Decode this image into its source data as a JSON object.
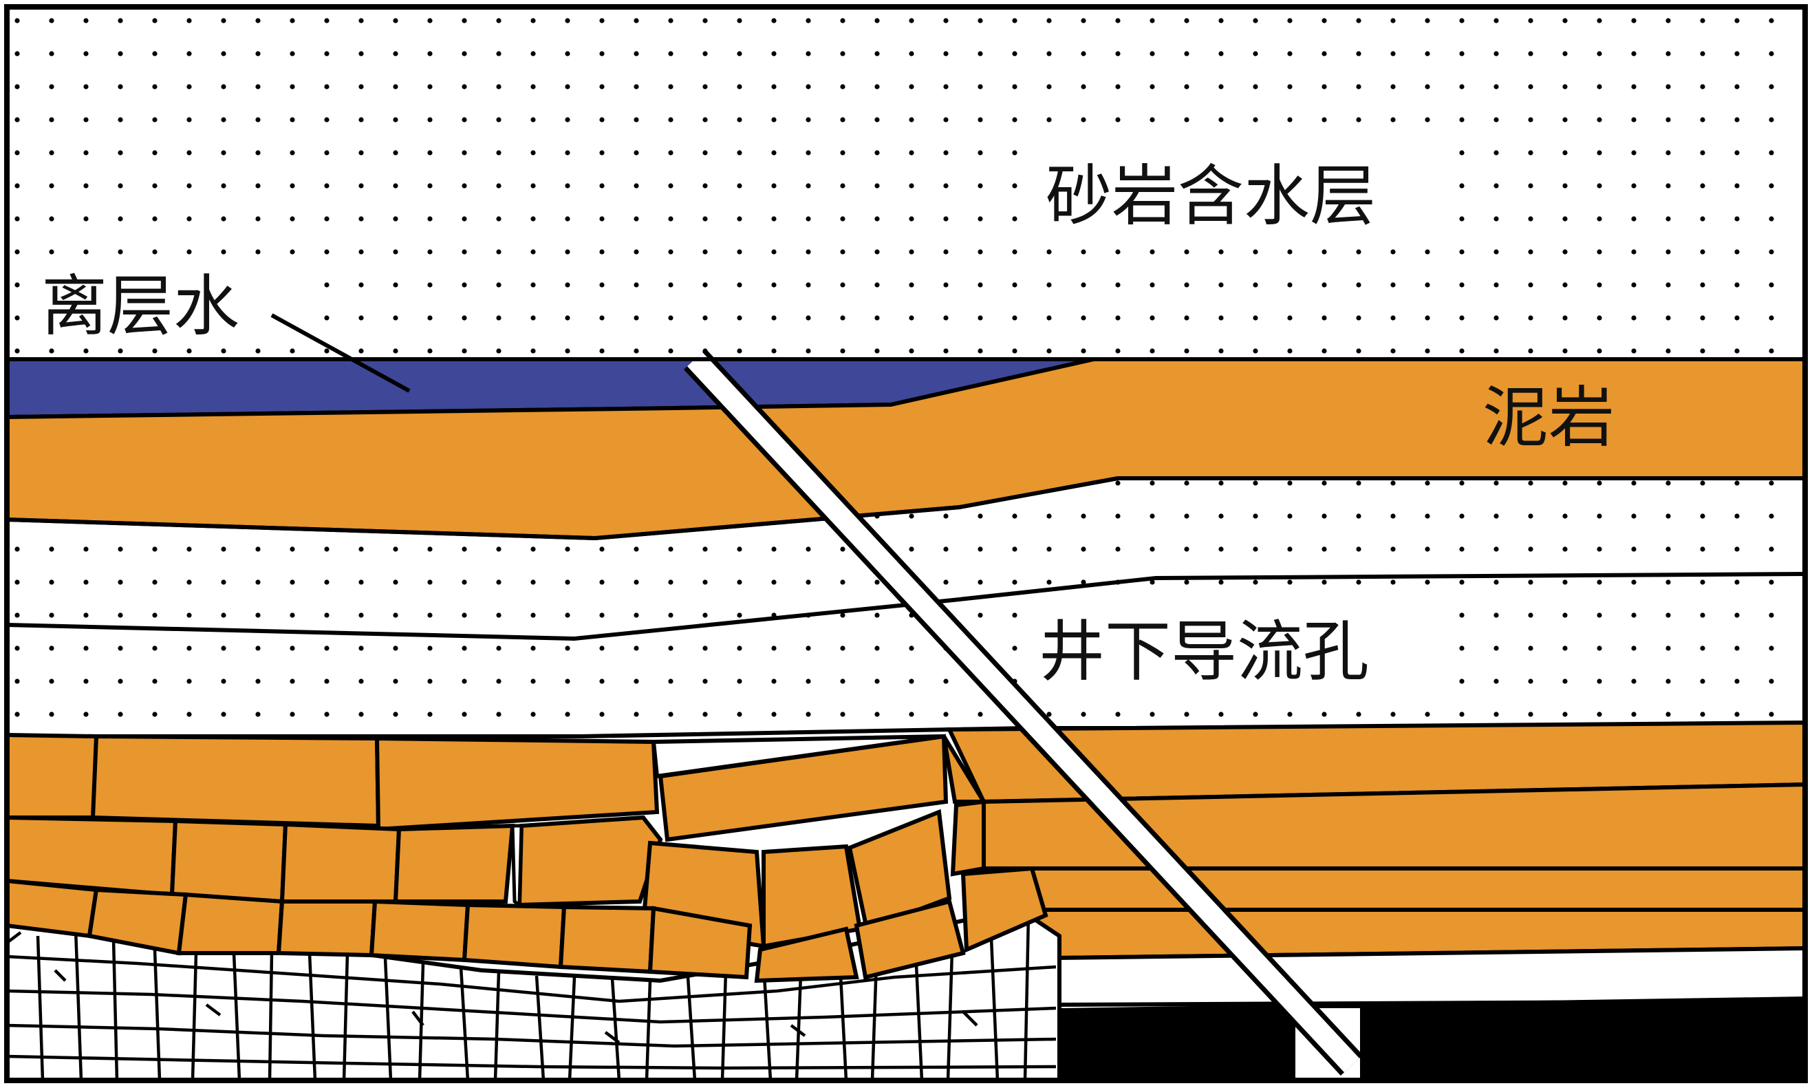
{
  "labels": {
    "sandstone_aquifer": "砂岩含水层",
    "separation_water": "离层水",
    "mudstone": "泥岩",
    "drainage_hole": "井下导流孔"
  },
  "colors": {
    "mudstone": "#E8962E",
    "separation_water": "#3F4798",
    "coal_seam": "#000000",
    "outline": "#000000",
    "background": "#FFFFFF",
    "dots": "#000000"
  }
}
